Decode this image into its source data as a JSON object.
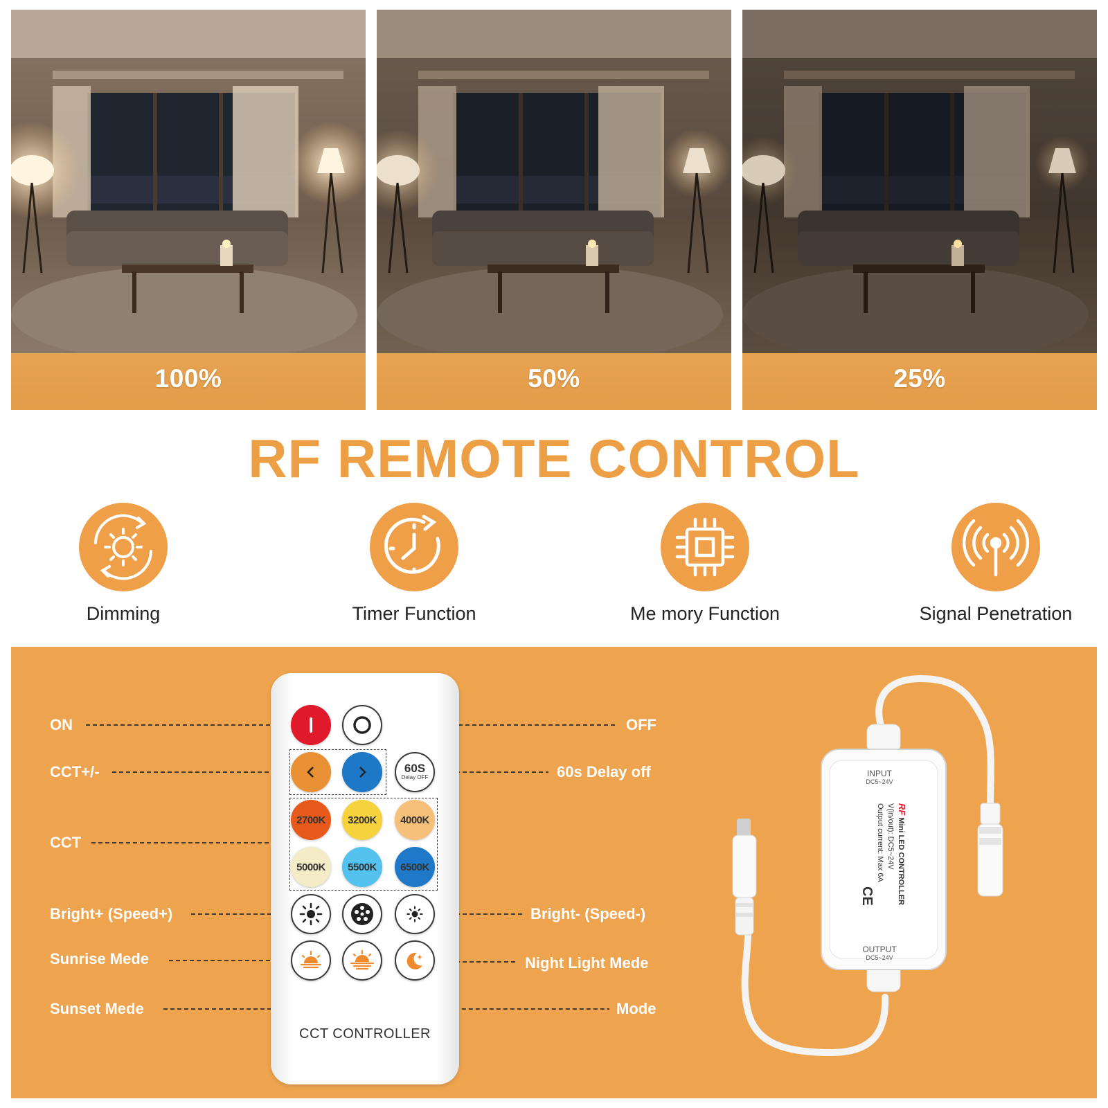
{
  "panels": [
    {
      "label": "100%",
      "brightness": 1.0
    },
    {
      "label": "50%",
      "brightness": 0.5
    },
    {
      "label": "25%",
      "brightness": 0.25
    }
  ],
  "headline": "RF REMOTE CONTROL",
  "features": [
    {
      "label": "Dimming",
      "icon": "dimming-sun-icon"
    },
    {
      "label": "Timer Function",
      "icon": "timer-clock-icon"
    },
    {
      "label": "Me mory Function",
      "icon": "memory-chip-icon"
    },
    {
      "label": "Signal Penetration",
      "icon": "signal-antenna-icon"
    }
  ],
  "remote": {
    "title": "CCT CONTROLLER",
    "delay_button": {
      "big": "60S",
      "small": "Delay OFF"
    },
    "cct_buttons": [
      {
        "label": "2700K",
        "color": "#e85a1c"
      },
      {
        "label": "3200K",
        "color": "#f6d33c"
      },
      {
        "label": "4000K",
        "color": "#f7c07a"
      },
      {
        "label": "5000K",
        "color": "#f4ecc7"
      },
      {
        "label": "5500K",
        "color": "#55c1ee"
      },
      {
        "label": "6500K",
        "color": "#1f78c8"
      }
    ]
  },
  "callouts": {
    "left": [
      "ON",
      "CCT+/-",
      "CCT",
      "Bright+ (Speed+)",
      "Sunrise Mede",
      "Sunset Mede"
    ],
    "right": [
      "OFF",
      "60s Delay off",
      "Bright- (Speed-)",
      "Night Light Mede",
      "Mode"
    ]
  },
  "controller": {
    "input": "INPUT",
    "input_spec": "DC5~24V",
    "brand": "RF",
    "name": "Mini LED CONTROLLER",
    "voltage": "V(in/out): DC5~24V",
    "current": "Output current: Max 6A",
    "ce": "CE",
    "output": "OUTPUT",
    "output_spec": "DC5~24V"
  },
  "colors": {
    "accent": "#ee9f47",
    "band": "#e5a050",
    "on_button": "#e0192b",
    "cct_minus": "#e89033",
    "cct_plus": "#1e78c8"
  }
}
